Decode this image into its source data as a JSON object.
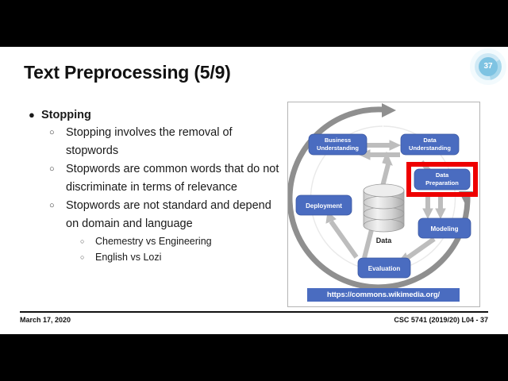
{
  "slide": {
    "title": "Text Preprocessing (5/9)",
    "badge": {
      "number": "37",
      "ring_color": "#a9d8ec",
      "inner_color": "#7ec3e2"
    },
    "bullets": {
      "heading": "Stopping",
      "marker_level1": "●",
      "marker_level2": "○",
      "marker_level3": "○",
      "level2": [
        "Stopping involves the removal of stopwords",
        "Stopwords are common words that do not discriminate in terms of relevance",
        "Stopwords are not standard and depend on domain and language"
      ],
      "level3": [
        "Chemestry vs Engineering",
        "English vs Lozi"
      ]
    },
    "diagram": {
      "alt_name": "crisp-dm-cycle",
      "node_color": "#4a6cc0",
      "highlight_color": "#ee0000",
      "arrow_color": "#b0b0b0",
      "ring_color": "#8a8a8a",
      "nodes": {
        "business_understanding": "Business\nUnderstanding",
        "business_understanding_line1": "Business",
        "business_understanding_line2": "Understanding",
        "data_understanding_line1": "Data",
        "data_understanding_line2": "Understanding",
        "data_preparation_line1": "Data",
        "data_preparation_line2": "Preparation",
        "modeling": "Modeling",
        "evaluation": "Evaluation",
        "deployment": "Deployment",
        "data_cylinder_label": "Data"
      },
      "highlighted_node": "data_preparation",
      "source_url": "https://commons.wikimedia.org/"
    },
    "footer": {
      "date": "March 17, 2020",
      "course": "CSC 5741 (2019/20) L04 - 37"
    }
  }
}
